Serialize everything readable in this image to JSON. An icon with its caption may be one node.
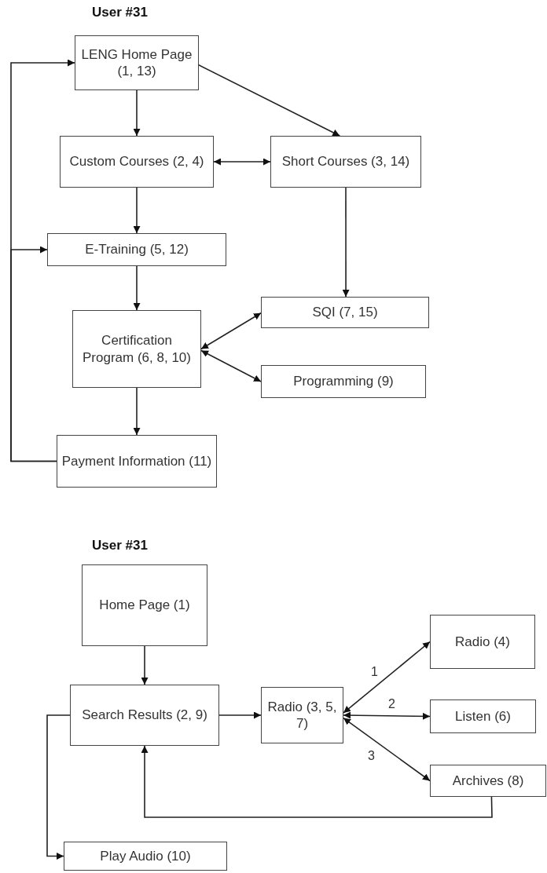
{
  "diagram": {
    "nodes": [
      {
        "text": [
          "LENG Home Page (1, 13)"
        ]
      },
      {
        "text": [
          "Custom Courses (2, 4)"
        ]
      },
      {
        "text": [
          "Short Courses (3, 14)"
        ]
      },
      {
        "text": [
          "E-Training (5, 12)"
        ]
      },
      {
        "text": [
          "Certification Program (6, 8, 10)"
        ]
      },
      {
        "text": [
          "SQI (7, 15)"
        ]
      },
      {
        "text": [
          "Programming (9)"
        ]
      },
      {
        "text": [
          "Payment Information (11)"
        ]
      },
      {
        "text": [
          "Home Page (1)"
        ]
      },
      {
        "text": [
          "Search Results (2, 9)"
        ]
      },
      {
        "text": [
          "Radio (3, 5, 7)"
        ]
      },
      {
        "text": [
          "Radio (4)"
        ]
      },
      {
        "text": [
          "Listen (6)"
        ]
      },
      {
        "text": [
          "Archives (8)"
        ]
      },
      {
        "text": [
          "Play Audio (10)"
        ]
      }
    ],
    "edges": [
      {
        "from": 0,
        "to": 1,
        "arrow": "to"
      },
      {
        "from": 0,
        "to": 2,
        "arrow": "to"
      },
      {
        "from": 1,
        "to": 2,
        "arrow": "both"
      },
      {
        "from": 1,
        "to": 3,
        "arrow": "to"
      },
      {
        "from": 2,
        "to": 5,
        "arrow": "to"
      },
      {
        "from": 3,
        "to": 4,
        "arrow": "to"
      },
      {
        "from": 4,
        "to": 5,
        "arrow": "both"
      },
      {
        "from": 4,
        "to": 6,
        "arrow": "both"
      },
      {
        "from": 4,
        "to": 7,
        "arrow": "to"
      },
      {
        "from": 7,
        "to": 0,
        "arrow": "to"
      },
      {
        "from": 7,
        "to": 3,
        "arrow": "to"
      },
      {
        "from": 8,
        "to": 9,
        "arrow": "to"
      },
      {
        "from": 9,
        "to": 10,
        "arrow": "to"
      },
      {
        "from": 10,
        "to": 11,
        "arrow": "both",
        "label": "1"
      },
      {
        "from": 10,
        "to": 12,
        "arrow": "both",
        "label": "2"
      },
      {
        "from": 10,
        "to": 13,
        "arrow": "both",
        "label": "3"
      },
      {
        "from": 13,
        "to": 9,
        "arrow": "to"
      },
      {
        "from": 9,
        "to": 14,
        "arrow": "to"
      }
    ],
    "labels": [
      "User #31",
      "User #31"
    ]
  }
}
